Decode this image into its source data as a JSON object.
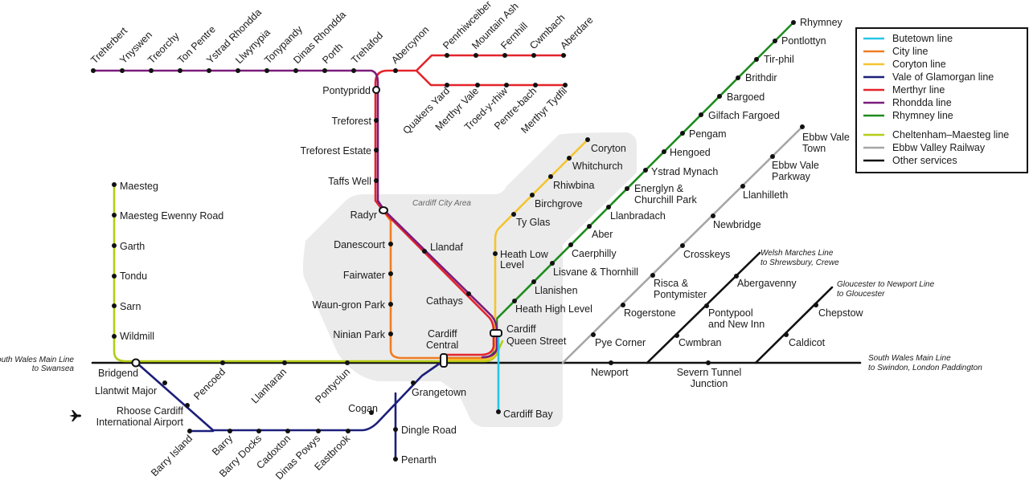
{
  "colors": {
    "butetown": "#29c5e6",
    "city": "#f07d22",
    "coryton": "#f4c430",
    "vale": "#1b1f7a",
    "merthyr": "#e3242b",
    "rhondda": "#7b1c7b",
    "rhymney": "#1e8c1e",
    "cheltenham": "#b5cc18",
    "ebbw": "#a6a6a6",
    "other": "#111111",
    "area": "#ebebeb"
  },
  "area_label": "Cardiff City Area",
  "legend": [
    {
      "label": "Butetown line",
      "color": "#29c5e6"
    },
    {
      "label": "City line",
      "color": "#f07d22"
    },
    {
      "label": "Coryton line",
      "color": "#f4c430"
    },
    {
      "label": "Vale of Glamorgan line",
      "color": "#1b1f7a"
    },
    {
      "label": "Merthyr line",
      "color": "#e3242b"
    },
    {
      "label": "Rhondda line",
      "color": "#7b1c7b"
    },
    {
      "label": "Rhymney line",
      "color": "#1e8c1e"
    },
    {
      "label": "Cheltenham–Maesteg line",
      "color": "#b5cc18"
    },
    {
      "label": "Ebbw Valley Railway",
      "color": "#a6a6a6"
    },
    {
      "label": "Other services",
      "color": "#111111"
    }
  ],
  "notes": {
    "swml_west": [
      "South Wales Main Line",
      "to Swansea"
    ],
    "swml_east": [
      "South Wales Main Line",
      "to Swindon, London Paddington"
    ],
    "marches": [
      "Welsh Marches Line",
      "to Shrewsbury, Crewe"
    ],
    "gloucester": [
      "Gloucester to Newport Line",
      "to Gloucester"
    ]
  },
  "icons": {
    "airport": "airplane-icon"
  },
  "stations": {
    "treherbert": "Treherbert",
    "ynyswen": "Ynyswen",
    "treorchy": "Treorchy",
    "ton_pentre": "Ton Pentre",
    "ystrad_rhondda": "Ystrad Rhondda",
    "llwynypia": "Llwynypia",
    "tonypandy": "Tonypandy",
    "dinas_rhondda": "Dinas Rhondda",
    "porth": "Porth",
    "trehafod": "Trehafod",
    "abercynon": "Abercynon",
    "penrhiwceiber": "Penrhiwceiber",
    "mountain_ash": "Mountain Ash",
    "fernhill": "Fernhill",
    "cwmbach": "Cwmbach",
    "aberdare": "Aberdare",
    "quakers_yard": "Quakers Yard",
    "merthyr_vale": "Merthyr Vale",
    "troed_y_rhiw": "Troed-y-rhiw",
    "pentre_bach": "Pentre-bach",
    "merthyr_tydfil": "Merthyr Tydfil",
    "pontypridd": "Pontypridd",
    "treforest": "Treforest",
    "treforest_estate": "Treforest Estate",
    "taffs_well": "Taffs Well",
    "radyr": "Radyr",
    "danescourt": "Danescourt",
    "fairwater": "Fairwater",
    "waun_gron_park": "Waun-gron Park",
    "ninian_park": "Ninian Park",
    "llandaf": "Llandaf",
    "cathays": "Cathays",
    "cardiff_central": [
      "Cardiff",
      "Central"
    ],
    "cardiff_queen_street": [
      "Cardiff",
      "Queen Street"
    ],
    "cardiff_bay": "Cardiff Bay",
    "coryton": "Coryton",
    "whitchurch": "Whitchurch",
    "rhiwbina": "Rhiwbina",
    "birchgrove": "Birchgrove",
    "ty_glas": "Ty Glas",
    "heath_low_level": [
      "Heath Low",
      "Level"
    ],
    "rhymney": "Rhymney",
    "pontlottyn": "Pontlottyn",
    "tir_phil": "Tir-phil",
    "brithdir": "Brithdir",
    "bargoed": "Bargoed",
    "gilfach_fargoed": "Gilfach Fargoed",
    "pengam": "Pengam",
    "hengoed": "Hengoed",
    "ystrad_mynach": "Ystrad Mynach",
    "energlyn": [
      "Energlyn &",
      "Churchill Park"
    ],
    "llanbradach": "Llanbradach",
    "aber": "Aber",
    "caerphilly": "Caerphilly",
    "lisvane": "Lisvane & Thornhill",
    "llanishen": "Llanishen",
    "heath_high_level": "Heath High Level",
    "maesteg": "Maesteg",
    "maesteg_ewenny": "Maesteg Ewenny Road",
    "garth": "Garth",
    "tondu": "Tondu",
    "sarn": "Sarn",
    "wildmill": "Wildmill",
    "bridgend": "Bridgend",
    "llantwit_major": "Llantwit Major",
    "rhoose": [
      "Rhoose Cardiff",
      "International Airport"
    ],
    "barry_island": "Barry Island",
    "barry": "Barry",
    "barry_docks": "Barry Docks",
    "cadoxton": "Cadoxton",
    "dinas_powys": "Dinas Powys",
    "eastbrook": "Eastbrook",
    "cogan": "Cogan",
    "grangetown": "Grangetown",
    "dingle_road": "Dingle Road",
    "penarth": "Penarth",
    "pencoed": "Pencoed",
    "llanharan": "Llanharan",
    "pontyclun": "Pontyclun",
    "ebbw_vale_town": [
      "Ebbw Vale",
      "Town"
    ],
    "ebbw_vale_parkway": [
      "Ebbw Vale",
      "Parkway"
    ],
    "llanhilleth": "Llanhilleth",
    "newbridge": "Newbridge",
    "crosskeys": "Crosskeys",
    "risca": [
      "Risca &",
      "Pontymister"
    ],
    "rogerstone": "Rogerstone",
    "pye_corner": "Pye Corner",
    "newport": "Newport",
    "abergavenny": "Abergavenny",
    "pontypool": [
      "Pontypool",
      "and New Inn"
    ],
    "cwmbran": "Cwmbran",
    "severn_tunnel": [
      "Severn Tunnel",
      "Junction"
    ],
    "chepstow": "Chepstow",
    "caldicot": "Caldicot"
  }
}
